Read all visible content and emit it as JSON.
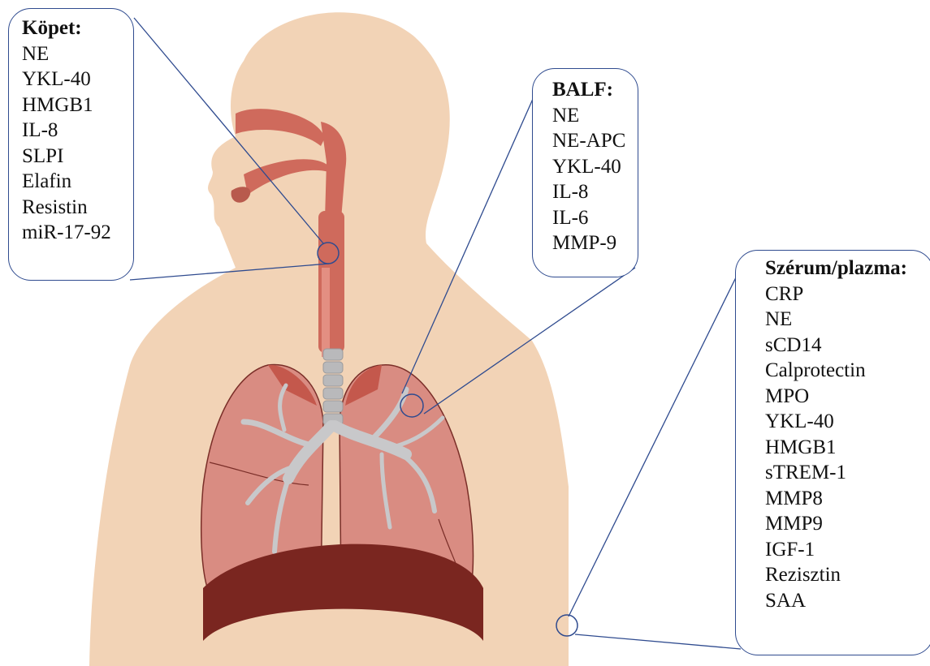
{
  "callouts": {
    "sputum": {
      "title": "Köpet:",
      "items": [
        "NE",
        "YKL-40",
        "HMGB1",
        "IL-8",
        "SLPI",
        "Elafin",
        "Resistin",
        "miR-17-92"
      ]
    },
    "balf": {
      "title": "BALF:",
      "items": [
        "NE",
        "NE-APC",
        "YKL-40",
        "IL-8",
        "IL-6",
        "MMP-9"
      ]
    },
    "serum": {
      "title": "Szérum/plazma:",
      "items": [
        "CRP",
        "NE",
        "sCD14",
        "Calprotectin",
        "MPO",
        "YKL-40",
        "HMGB1",
        "sTREM-1",
        "MMP8",
        "MMP9",
        "IGF-1",
        "Rezisztin",
        "SAA"
      ]
    }
  },
  "colors": {
    "skin": "#f2d3b6",
    "airway": "#cf6a5c",
    "airway_dark": "#b85a4d",
    "lung": "#d98c82",
    "lung_outline": "#7a2e28",
    "bronchi": "#c8c8ca",
    "trachea": "#b9b9bb",
    "diaphragm": "#7a2620",
    "leader_line": "#2f4b8f"
  }
}
